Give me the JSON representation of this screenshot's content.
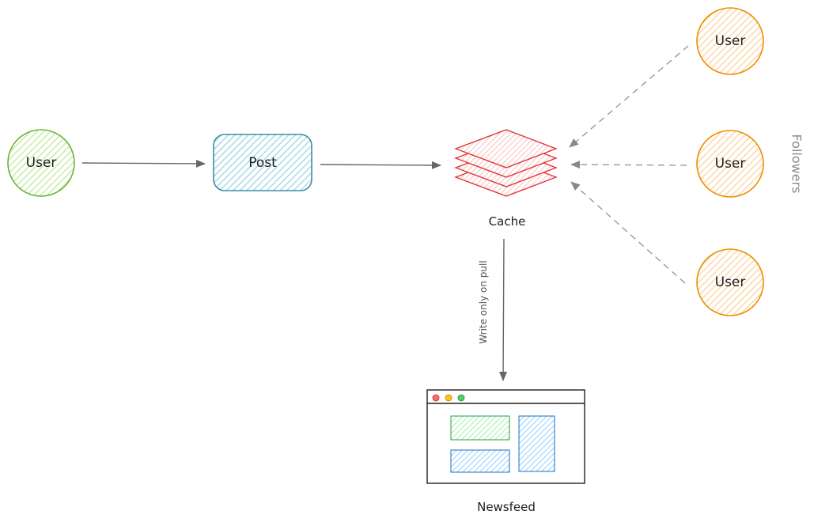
{
  "nodes": {
    "author": {
      "label": "User",
      "stroke": "#6bb33a",
      "fill": "#c6eda4"
    },
    "post": {
      "label": "Post",
      "stroke": "#3d8ea3",
      "fill": "#a8dbe6"
    },
    "cache": {
      "label": "Cache",
      "stroke": "#e03131",
      "fill": "#ffc9c9"
    },
    "followers": [
      {
        "label": "User"
      },
      {
        "label": "User"
      },
      {
        "label": "User"
      }
    ],
    "follower_stroke": "#f08c00",
    "follower_fill": "#ffd8a8",
    "followers_group_label": "Followers",
    "newsfeed": {
      "label": "Newsfeed"
    }
  },
  "edges": {
    "cache_to_newsfeed_label": "Write only on pull"
  },
  "browser_window": {
    "dot_colors": [
      "#ff6b6b",
      "#fcc419",
      "#51cf66"
    ],
    "panel_green": "#b2f2bb",
    "panel_blue": "#a5d8ff"
  },
  "colors": {
    "arrow": "#666666",
    "dashed_arrow": "#9a9a9a"
  }
}
